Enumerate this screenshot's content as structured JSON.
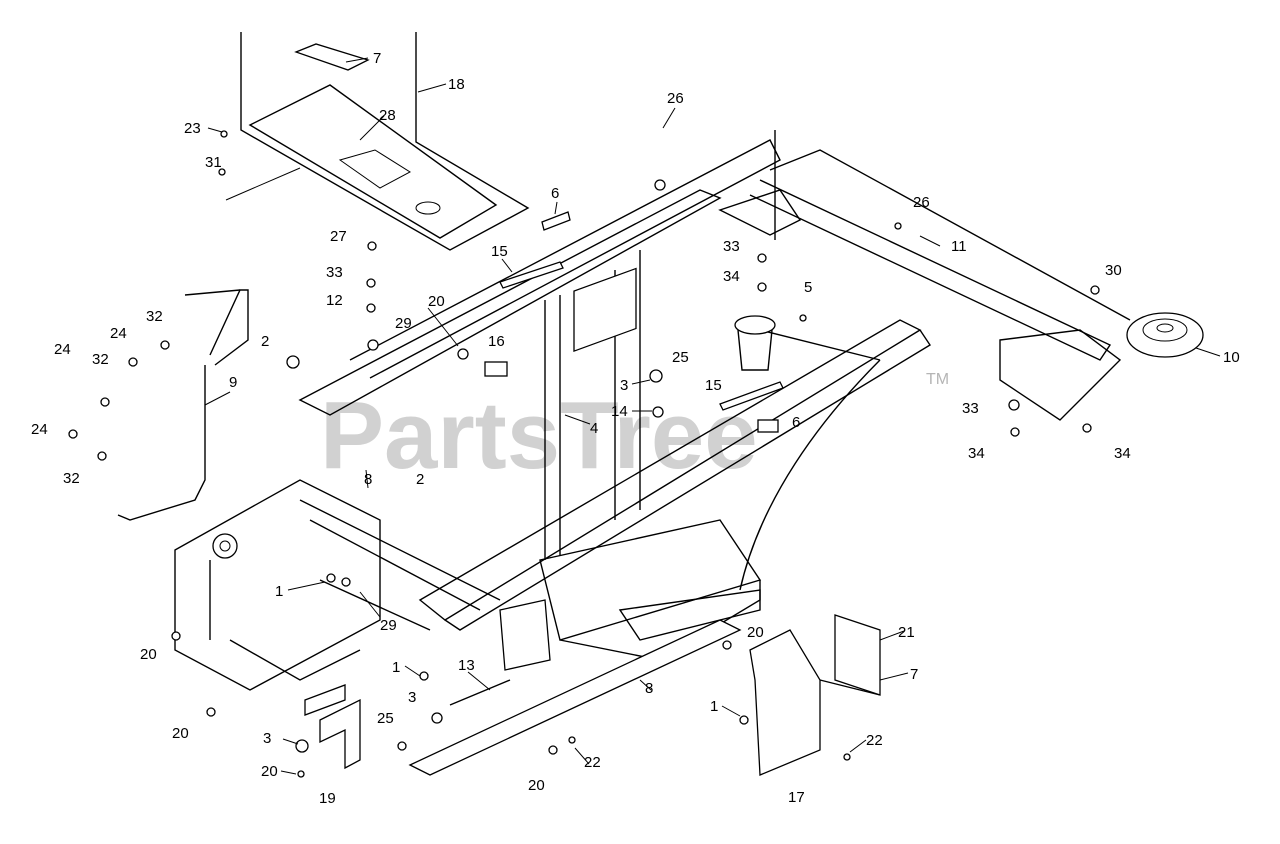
{
  "watermark": {
    "text": "PartsTree",
    "trademark": "TM"
  },
  "callouts": [
    {
      "id": "c-7-top",
      "label": "7"
    },
    {
      "id": "c-18",
      "label": "18"
    },
    {
      "id": "c-28",
      "label": "28"
    },
    {
      "id": "c-23",
      "label": "23"
    },
    {
      "id": "c-31",
      "label": "31"
    },
    {
      "id": "c-26-a",
      "label": "26"
    },
    {
      "id": "c-6-a",
      "label": "6"
    },
    {
      "id": "c-26-b",
      "label": "26"
    },
    {
      "id": "c-11",
      "label": "11"
    },
    {
      "id": "c-27",
      "label": "27"
    },
    {
      "id": "c-15-a",
      "label": "15"
    },
    {
      "id": "c-33-a",
      "label": "33"
    },
    {
      "id": "c-34-a",
      "label": "34"
    },
    {
      "id": "c-30",
      "label": "30"
    },
    {
      "id": "c-33-b",
      "label": "33"
    },
    {
      "id": "c-12",
      "label": "12"
    },
    {
      "id": "c-5",
      "label": "5"
    },
    {
      "id": "c-20-a",
      "label": "20"
    },
    {
      "id": "c-29-a",
      "label": "29"
    },
    {
      "id": "c-32-a",
      "label": "32"
    },
    {
      "id": "c-24-a",
      "label": "24"
    },
    {
      "id": "c-2-a",
      "label": "2"
    },
    {
      "id": "c-16",
      "label": "16"
    },
    {
      "id": "c-25-a",
      "label": "25"
    },
    {
      "id": "c-10",
      "label": "10"
    },
    {
      "id": "c-24-b",
      "label": "24"
    },
    {
      "id": "c-32-b",
      "label": "32"
    },
    {
      "id": "c-9",
      "label": "9"
    },
    {
      "id": "c-3-a",
      "label": "3"
    },
    {
      "id": "c-15-b",
      "label": "15"
    },
    {
      "id": "c-33-c",
      "label": "33"
    },
    {
      "id": "c-14",
      "label": "14"
    },
    {
      "id": "c-6-b",
      "label": "6"
    },
    {
      "id": "c-4",
      "label": "4"
    },
    {
      "id": "c-24-c",
      "label": "24"
    },
    {
      "id": "c-32-c",
      "label": "32"
    },
    {
      "id": "c-34-b",
      "label": "34"
    },
    {
      "id": "c-34-c",
      "label": "34"
    },
    {
      "id": "c-8-a",
      "label": "8"
    },
    {
      "id": "c-2-b",
      "label": "2"
    },
    {
      "id": "c-1-a",
      "label": "1"
    },
    {
      "id": "c-29-b",
      "label": "29"
    },
    {
      "id": "c-21",
      "label": "21"
    },
    {
      "id": "c-20-b",
      "label": "20"
    },
    {
      "id": "c-20-c",
      "label": "20"
    },
    {
      "id": "c-1-b",
      "label": "1"
    },
    {
      "id": "c-13",
      "label": "13"
    },
    {
      "id": "c-7-b",
      "label": "7"
    },
    {
      "id": "c-8-b",
      "label": "8"
    },
    {
      "id": "c-3-b",
      "label": "3"
    },
    {
      "id": "c-1-c",
      "label": "1"
    },
    {
      "id": "c-25-b",
      "label": "25"
    },
    {
      "id": "c-20-d",
      "label": "20"
    },
    {
      "id": "c-3-c",
      "label": "3"
    },
    {
      "id": "c-22-a",
      "label": "22"
    },
    {
      "id": "c-20-e",
      "label": "20"
    },
    {
      "id": "c-22-b",
      "label": "22"
    },
    {
      "id": "c-20-f",
      "label": "20"
    },
    {
      "id": "c-19",
      "label": "19"
    },
    {
      "id": "c-17",
      "label": "17"
    }
  ]
}
